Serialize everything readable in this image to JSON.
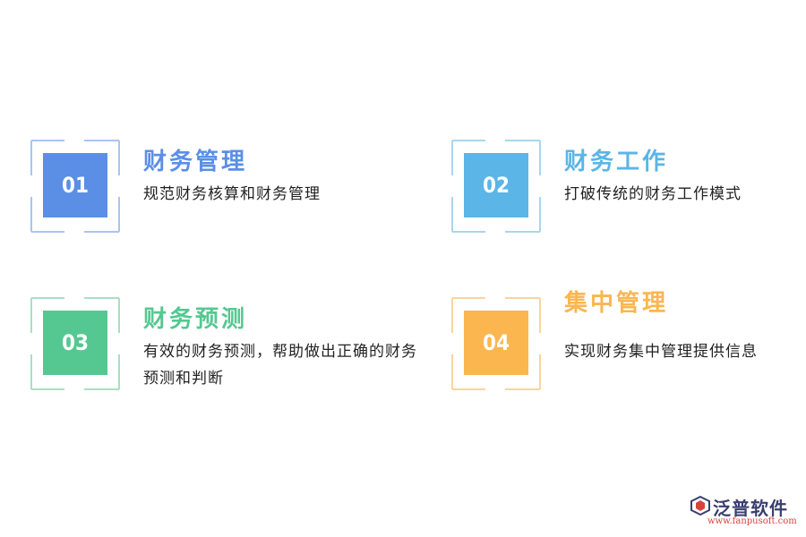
{
  "items": [
    {
      "num": "01",
      "title": "财务管理",
      "desc": "规范财务核算和财务管理",
      "color": "#5b8fe6",
      "frame": "#a9c4f1"
    },
    {
      "num": "02",
      "title": "财务工作",
      "desc": "打破传统的财务工作模式",
      "color": "#5bb5e6",
      "frame": "#a8d6ef"
    },
    {
      "num": "03",
      "title": "财务预测",
      "desc": "有效的财务预测，帮助做出正确的财务预测和判断",
      "color": "#55c891",
      "frame": "#a6e0c3"
    },
    {
      "num": "04",
      "title": "集中管理",
      "desc": "实现财务集中管理提供信息",
      "color": "#fbb64f",
      "frame": "#fcd49a"
    }
  ],
  "logo": {
    "name": "泛普软件",
    "url": "www.fanpusoft.com",
    "icon": "fanpu-logo-icon"
  }
}
